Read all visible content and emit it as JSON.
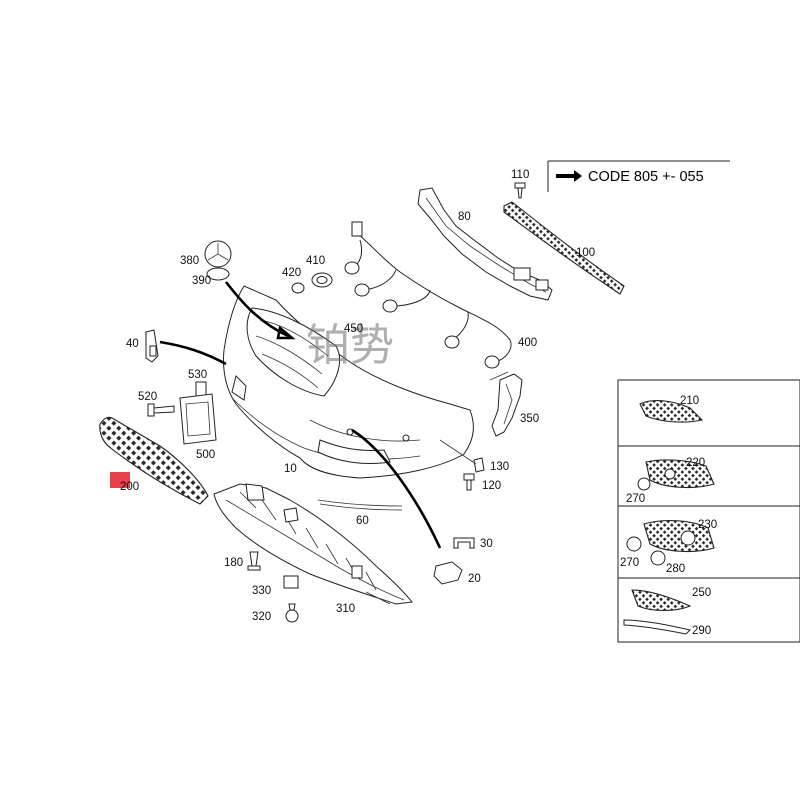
{
  "code_box": {
    "text": "CODE 805 +- 055"
  },
  "watermark": {
    "text": "铂势"
  },
  "parts": {
    "p10": "10",
    "p20": "20",
    "p30": "30",
    "p40": "40",
    "p60": "60",
    "p80": "80",
    "p100": "100",
    "p110": "110",
    "p120": "120",
    "p130": "130",
    "p180": "180",
    "p200": "200",
    "p210": "210",
    "p220": "220",
    "p230": "230",
    "p250": "250",
    "p270a": "270",
    "p270b": "270",
    "p280": "280",
    "p290": "290",
    "p310": "310",
    "p320": "320",
    "p330": "330",
    "p350": "350",
    "p380": "380",
    "p390": "390",
    "p400": "400",
    "p410": "410",
    "p420": "420",
    "p450": "450",
    "p500": "500",
    "p520": "520",
    "p530": "530"
  },
  "colors": {
    "highlight": "#e8404b",
    "ink": "#222222",
    "watermark": "#6f6f6f"
  }
}
